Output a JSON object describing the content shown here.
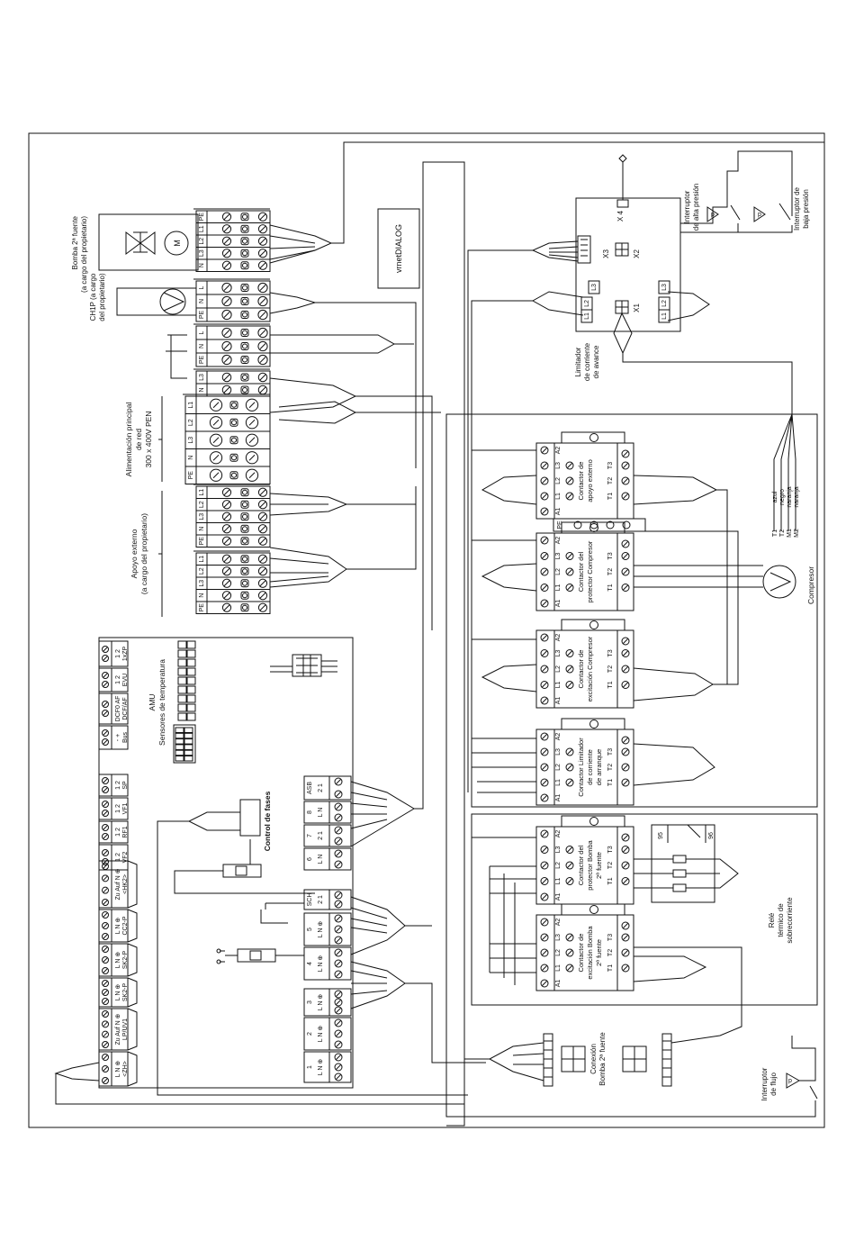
{
  "labels": {
    "bomba_2_fuente": [
      "Bomba 2ª fuente",
      "(a cargo del propietario)"
    ],
    "ch1p": [
      "CH1P (a cargo",
      "del propietario)"
    ],
    "alimentacion": [
      "Alimentación principal",
      "de red",
      "300 x 400V PEN"
    ],
    "apoyo_externo": [
      "Apoyo externo",
      "(a cargo del propietario)"
    ],
    "vrnetdialog": "vrnetDIALOG",
    "interruptor_alta": [
      "Interruptor",
      "de alta presión"
    ],
    "interruptor_baja": [
      "Interruptor de",
      "baja presión"
    ],
    "limitador": [
      "Limitador",
      "de corriente",
      "de avance"
    ],
    "amu": [
      "AMU",
      "Sensores de temperatura"
    ],
    "control_fases": "Control de fases",
    "compresor": "Compresor",
    "rele_termico": [
      "Relé",
      "térmico de",
      "sobrecorriente"
    ],
    "conexion_bomba": [
      "Conexión",
      "Bomba 2ª fuente"
    ],
    "interruptor_flujo": [
      "Interruptor",
      "de flujo"
    ],
    "x1": "X1",
    "x2": "X2",
    "x3": "X3",
    "x4": "X 4",
    "pe": "PE",
    "r95": "95",
    "r96": "96",
    "p": "p",
    "m": "M"
  },
  "legend": [
    {
      "code": "T1",
      "color": "azul"
    },
    {
      "code": "T2",
      "color": "negro"
    },
    {
      "code": "M1",
      "color": "naranja"
    },
    {
      "code": "M2",
      "color": "naranja"
    }
  ],
  "contactors": [
    [
      "Contactor de",
      "apoyo externo"
    ],
    [
      "Contactor del",
      "protector Compresor"
    ],
    [
      "Contactor de",
      "excitación Compresor"
    ],
    [
      "Contactor Limitador",
      "de corriente",
      "de arranque"
    ],
    [
      "Contactor del",
      "protector Bomba",
      "2ª fuente"
    ],
    [
      "Contactor de",
      "excitación Bomba",
      "2ª fuente"
    ]
  ],
  "contactor_terminals": {
    "top": [
      "A2",
      "L3",
      "L2",
      "L1",
      "A1"
    ],
    "left_top": [
      "L1",
      "L2",
      "L3"
    ],
    "left_bottom": [
      "T1",
      "T2",
      "T3"
    ]
  },
  "terminal_strips": {
    "bomba": [
      "PE",
      "L1",
      "L2",
      "L3",
      "N"
    ],
    "ch1p": [
      "L",
      "N",
      "PE"
    ],
    "aux1": [
      "L",
      "N",
      "PE"
    ],
    "aux2": [
      "L3",
      "N"
    ],
    "alimentacion": [
      "L1",
      "L2",
      "L3",
      "N",
      "PE"
    ],
    "apoyo_a": [
      "L1",
      "L2",
      "L3",
      "N",
      "PE"
    ],
    "apoyo_b": [
      "L1",
      "L2",
      "L3",
      "N",
      "PE"
    ]
  },
  "amu_top_connectors": [
    [
      "1  2",
      "1xZP"
    ],
    [
      "1  2",
      "EVU"
    ],
    [
      "DCF0 AF",
      "DCF/AF"
    ],
    [
      "-  +",
      "Bus"
    ],
    [
      "1  2",
      "SP"
    ],
    [
      "1  2",
      "VF1"
    ],
    [
      "1  2",
      "RF1"
    ],
    [
      "1  2",
      "VF2"
    ]
  ],
  "amu_bottom_connectors": [
    [
      "Zu Auf N ⊕",
      "<HK2>"
    ],
    [
      "L  N ⊕",
      "CC2-P"
    ],
    [
      "L  N ⊕",
      "SK2-P"
    ],
    [
      "L  N ⊕",
      "SK2-P"
    ],
    [
      "Zu Auf N ⊕",
      "LP/UV1"
    ],
    [
      "L  N ⊕",
      "<ZH>"
    ]
  ],
  "amu_right_connectors": [
    [
      "ASB",
      "2  1"
    ],
    [
      "8",
      "L  N"
    ],
    [
      "7",
      "2  1"
    ],
    [
      "6",
      "L  N"
    ],
    [
      "SCH",
      "2  1"
    ],
    [
      "5",
      "L  N ⊕"
    ],
    [
      "4",
      "L  N ⊕"
    ],
    [
      "3",
      "L  N ⊕"
    ],
    [
      "2",
      "L  N ⊕"
    ],
    [
      "1",
      "L  N ⊕"
    ]
  ]
}
